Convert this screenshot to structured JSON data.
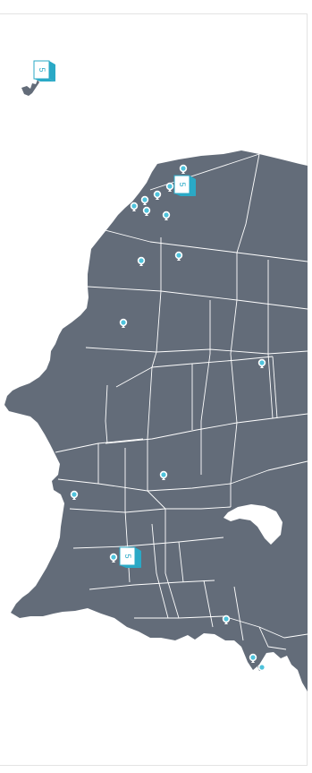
{
  "map": {
    "orientation": "rotated-90-clockwise",
    "colors": {
      "land": "#636c79",
      "state_border": "#ffffff",
      "marker": "#4fc3dc",
      "badge_accent": "#2aa9c6",
      "background": "#ffffff"
    },
    "cluster_badges": [
      {
        "label": "5",
        "region": "alaska"
      },
      {
        "label": "5",
        "region": "pacific-northwest"
      },
      {
        "label": "5",
        "region": "texas-oklahoma"
      }
    ],
    "marker_icon": "map-pin-icon"
  }
}
